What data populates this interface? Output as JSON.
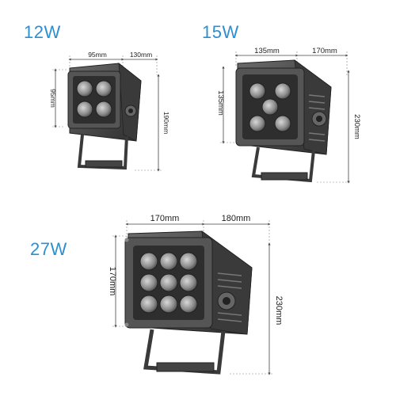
{
  "products": [
    {
      "power": "12W",
      "width_label": "95mm",
      "depth_label": "130mm",
      "front_height_label": "95mm",
      "total_height_label": "190mm",
      "led_grid": "2x2"
    },
    {
      "power": "15W",
      "width_label": "135mm",
      "depth_label": "170mm",
      "front_height_label": "135mm",
      "total_height_label": "230mm",
      "led_grid": "2-1-2"
    },
    {
      "power": "27W",
      "width_label": "170mm",
      "depth_label": "180mm",
      "front_height_label": "170mm",
      "total_height_label": "230mm",
      "led_grid": "3x3"
    }
  ],
  "colors": {
    "power_text": "#2c8fd0",
    "body": "#4a4a4a",
    "body_dark": "#2a2a2a",
    "lens": "#8a8a8a",
    "dimension_line": "#444444"
  }
}
